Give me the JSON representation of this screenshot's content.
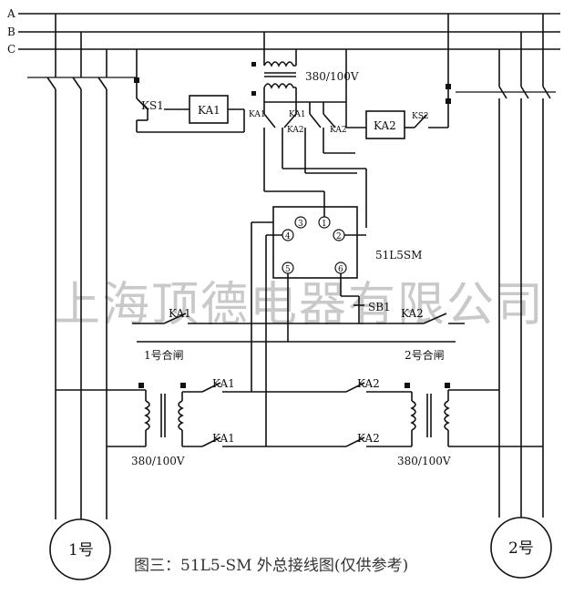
{
  "bus": {
    "phase_a": "A",
    "phase_b": "B",
    "phase_c": "C"
  },
  "transformer_top_label": "380/100V",
  "relays": {
    "ka1": "KA1",
    "ka2": "KA2",
    "ks1": "KS1",
    "ks2": "KS2"
  },
  "contact_labels": {
    "ka1": "KA1",
    "ka2": "KA2"
  },
  "module": {
    "name": "51L5SM",
    "terminals": [
      "1",
      "2",
      "3",
      "4",
      "5",
      "6"
    ]
  },
  "button": "SB1",
  "close_1": "1号合闸",
  "close_2": "2号合闸",
  "pt_left_label": "380/100V",
  "pt_right_label": "380/100V",
  "generator_1": "1号",
  "generator_2": "2号",
  "watermark": "上海顶德电器有限公司",
  "caption": "图三：51L5-SM 外总接线图(仅供参考)"
}
